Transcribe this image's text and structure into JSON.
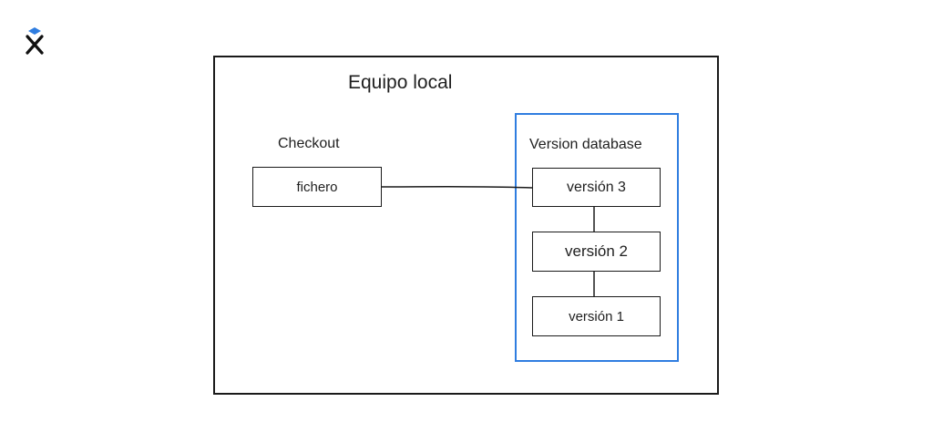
{
  "logo": {
    "icon": "excalidraw-x-logo",
    "accent": "#2f7de0"
  },
  "diagram": {
    "title": "Equipo local",
    "checkout_label": "Checkout",
    "file_node": "fichero",
    "database_label": "Version database",
    "versions": [
      "versión 3",
      "versión 2",
      "versión 1"
    ],
    "colors": {
      "frame": "#1a1a1a",
      "database_border": "#2f7de0"
    }
  }
}
